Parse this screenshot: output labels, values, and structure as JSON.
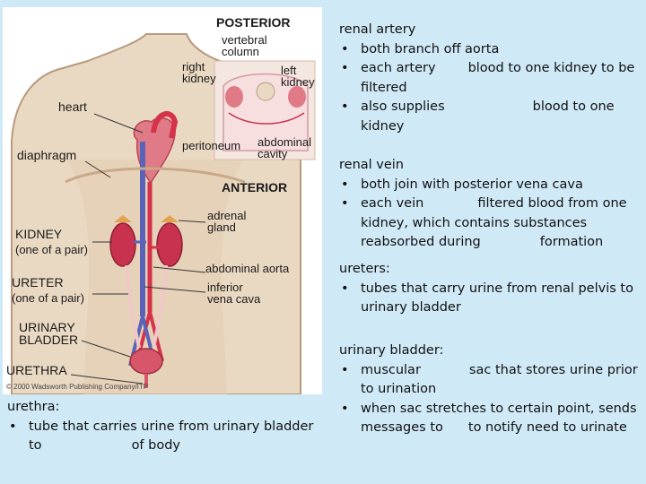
{
  "figure": {
    "labels": {
      "posterior": "POSTERIOR",
      "vertebral_column": "vertebral\ncolumn",
      "right_kidney": "right\nkidney",
      "left_kidney": "left\nkidney",
      "heart": "heart",
      "peritoneum": "peritoneum",
      "abdominal_cavity": "abdominal\ncavity",
      "diaphragm": "diaphragm",
      "anterior": "ANTERIOR",
      "adrenal_gland": "adrenal\ngland",
      "kidney": "KIDNEY",
      "kidney_sub": "(one of a pair)",
      "abdominal_aorta": "abdominal aorta",
      "inferior_vena_cava": "inferior\nvena cava",
      "ureter": "URETER",
      "ureter_sub": "(one of a pair)",
      "urinary_bladder": "URINARY\nBLADDER",
      "urethra": "URETHRA",
      "copyright": "© 2000 Wadsworth Publishing Company/ITP"
    },
    "colors": {
      "skin": "#ead9c2",
      "skin_outline": "#b89a7e",
      "artery": "#d6324a",
      "vein": "#5b63b8",
      "kidney": "#c8324e",
      "bladder": "#d8566a",
      "ureter": "#f1c8c8"
    }
  },
  "urethra_note": {
    "heading": "urethra:",
    "bullet_a": "tube that carries urine from urinary bladder",
    "bullet_b1": "to",
    "bullet_b2": "of body"
  },
  "renal_artery": {
    "heading": "renal artery",
    "b1": "both branch off aorta",
    "b2a": "each artery",
    "b2b": "blood to one kidney to be",
    "b2c": "filtered",
    "b3a": "also supplies",
    "b3b": "blood to one",
    "b3c": "kidney"
  },
  "renal_vein": {
    "heading": "renal vein",
    "b1": "both join with posterior vena cava",
    "b2a": "each vein",
    "b2b": "filtered blood from one",
    "b2c": "kidney, which contains substances",
    "b2d": "reabsorbed during",
    "b2e": "formation"
  },
  "ureters": {
    "heading": "ureters:",
    "b1": "tubes that carry urine from renal pelvis to",
    "b1c": "urinary bladder"
  },
  "urinary_bladder": {
    "heading": "urinary bladder:",
    "b1a": "muscular",
    "b1b": "sac that stores urine prior",
    "b1c": "to urination",
    "b2a": "when sac stretches to certain point, sends",
    "b2b": "messages to",
    "b2c": "to notify need to urinate"
  }
}
